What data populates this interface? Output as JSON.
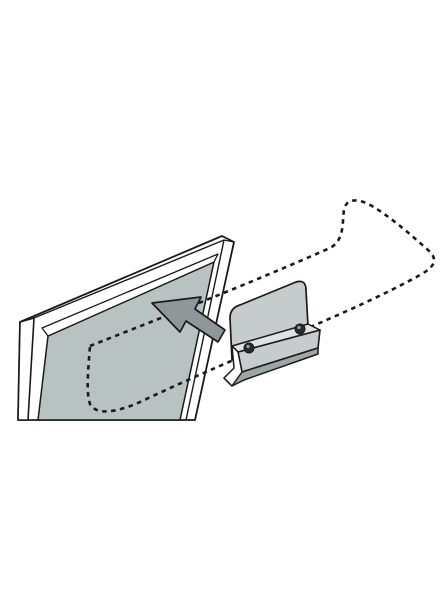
{
  "figure": {
    "parts": [
      {
        "name": "panel"
      },
      {
        "name": "mounting-bracket"
      },
      {
        "name": "insert-arrow"
      },
      {
        "name": "dashed-outline"
      }
    ],
    "colors": {
      "background": "#ffffff",
      "outline": "#1a1a1a",
      "glass": "#b8c2c1",
      "bracket": "#c6cbcc",
      "bracket_shadow": "#9ea5a6",
      "arrow": "#8f9899"
    }
  }
}
